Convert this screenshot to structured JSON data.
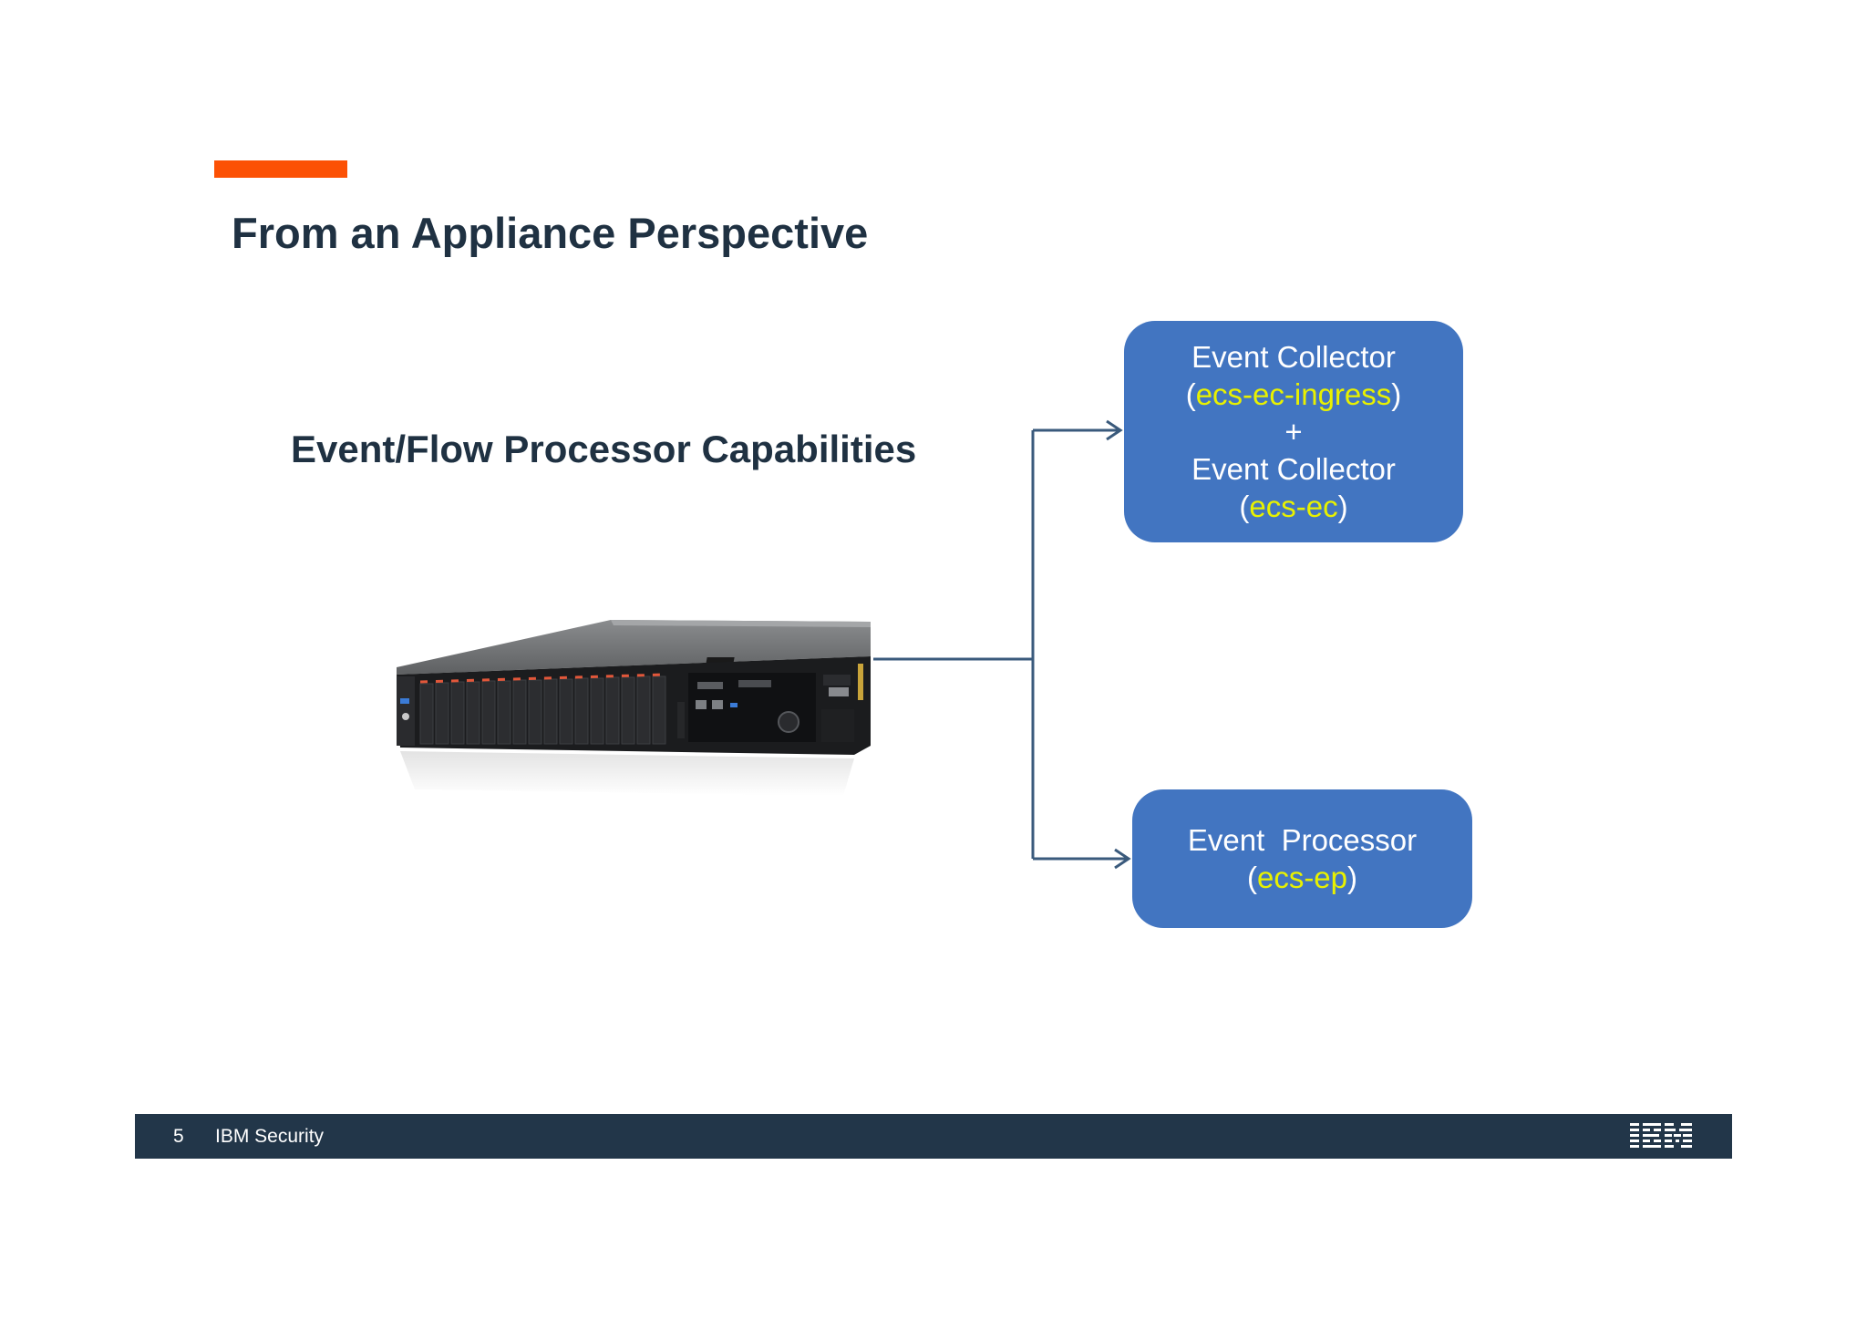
{
  "slide": {
    "title": "From an Appliance Perspective",
    "subtitle": "Event/Flow Processor Capabilities"
  },
  "boxes": {
    "collector": {
      "line1": "Event Collector",
      "line2_open": "(",
      "line2_name": "ecs-ec-ingress",
      "line2_close": ")",
      "plus": "+",
      "line3": "Event Collector",
      "line4_open": "(",
      "line4_name": "ecs-ec",
      "line4_close": ")"
    },
    "processor": {
      "line1": "Event  Processor",
      "line2_open": "(",
      "line2_name": "ecs-ep",
      "line2_close": ")"
    }
  },
  "footer": {
    "page_number": "5",
    "brand": "IBM Security",
    "logo": "IBM"
  },
  "colors": {
    "accent": "#fc5105",
    "title": "#1f3142",
    "box_fill": "#4275c1",
    "highlight_text": "#e8f100",
    "footer_bg": "#223649",
    "connector": "#3a5a7c"
  },
  "icons": {
    "server": "rack-server-image",
    "logo": "ibm-logo"
  }
}
